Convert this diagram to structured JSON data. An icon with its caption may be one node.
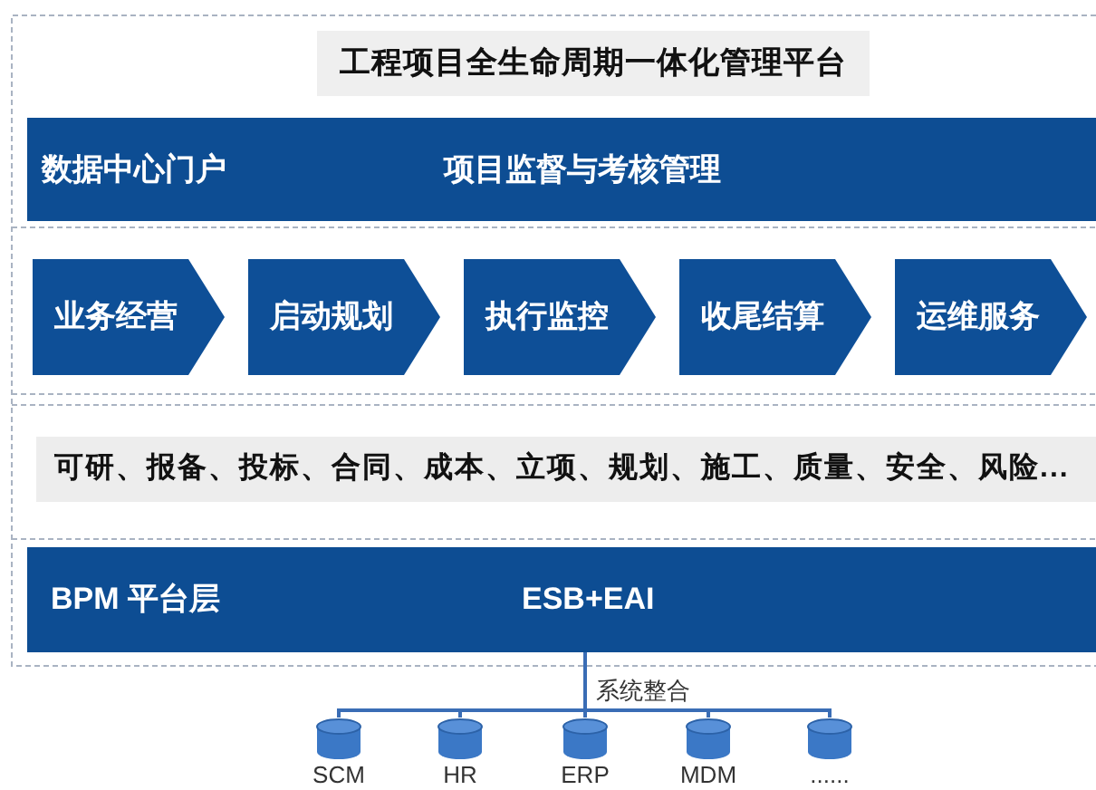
{
  "diagram": {
    "nodes": [
      {
        "text": [
          "工程项目全生命周期一体化管理平台"
        ]
      },
      {
        "text": [
          "数据中心门户",
          "项目监督与考核管理"
        ]
      },
      {
        "text": [
          "业务经营"
        ]
      },
      {
        "text": [
          "启动规划"
        ]
      },
      {
        "text": [
          "执行监控"
        ]
      },
      {
        "text": [
          "收尾结算"
        ]
      },
      {
        "text": [
          "运维服务"
        ]
      },
      {
        "text": [
          "可研、报备、投标、合同、成本、立项、规划、施工、质量、安全、风险..."
        ]
      },
      {
        "text": [
          "BPM 平台层",
          "ESB+EAI"
        ]
      },
      {
        "text": [],
        "shape": "cylinder",
        "beside": [
          "SCM"
        ]
      },
      {
        "text": [],
        "shape": "cylinder",
        "beside": [
          "HR"
        ]
      },
      {
        "text": [],
        "shape": "cylinder",
        "beside": [
          "ERP"
        ]
      },
      {
        "text": [],
        "shape": "cylinder",
        "beside": [
          "MDM"
        ]
      },
      {
        "text": [],
        "shape": "cylinder",
        "beside": [
          "......"
        ]
      }
    ],
    "edges": [
      {
        "from": 8,
        "to": 9,
        "arrow": "none"
      },
      {
        "from": 8,
        "to": 10,
        "arrow": "none"
      },
      {
        "from": 8,
        "to": 11,
        "arrow": "none",
        "label": "系统整合"
      },
      {
        "from": 8,
        "to": 12,
        "arrow": "none"
      },
      {
        "from": 8,
        "to": 13,
        "arrow": "none"
      }
    ]
  }
}
